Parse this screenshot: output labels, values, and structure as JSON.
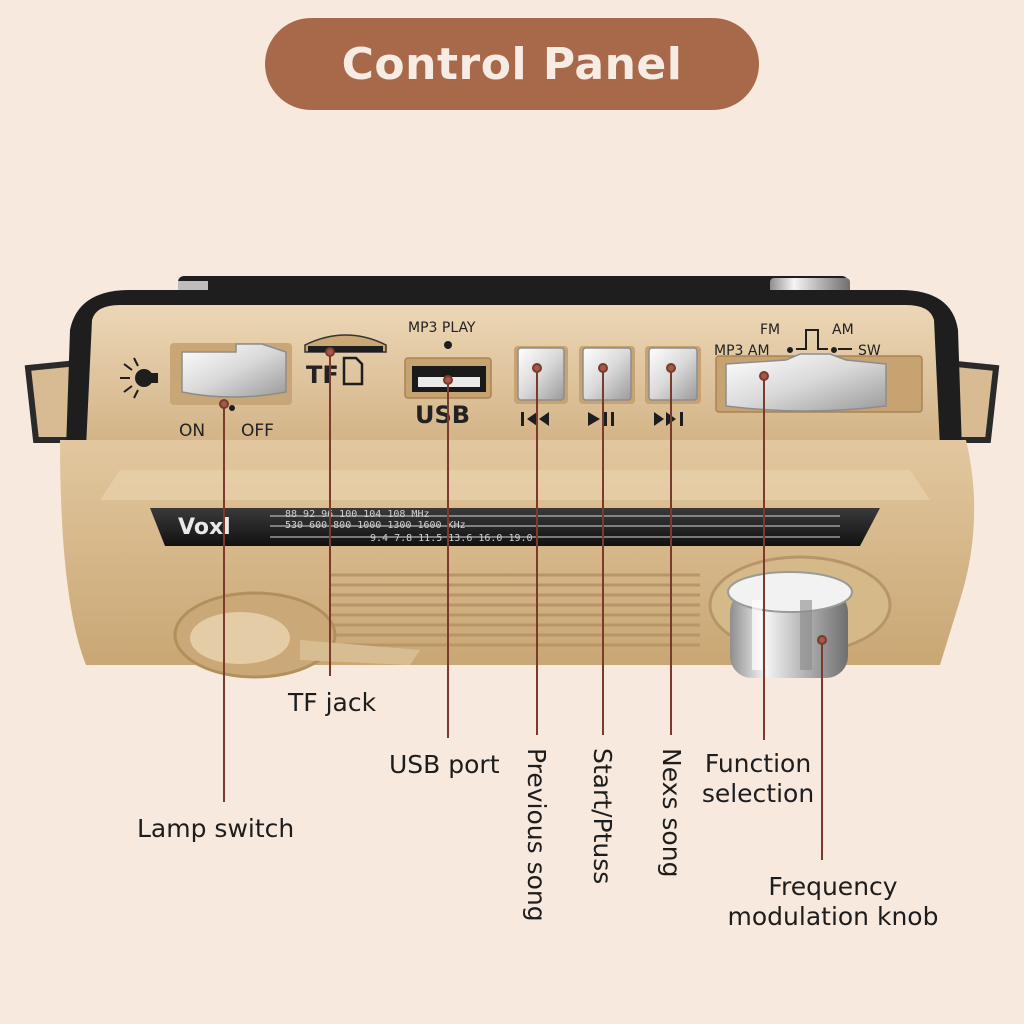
{
  "title": "Control Panel",
  "panel": {
    "on": "ON",
    "off": "OFF",
    "tf": "TF",
    "mp3_play": "MP3 PLAY",
    "usb": "USB",
    "fm": "FM",
    "am": "AM",
    "mp3_am": "MP3 AM",
    "sw": "SW",
    "brand": "Voxl"
  },
  "callouts": {
    "tf_jack": "TF jack",
    "usb_port": "USB port",
    "lamp_switch": "Lamp switch",
    "previous_song": "Previous song",
    "start_pause": "Start/Ptuss",
    "next_song": "Nexs song",
    "function_selection_line1": "Function",
    "function_selection_line2": "selection",
    "frequency_knob_line1": "Frequency",
    "frequency_knob_line2": "modulation knob"
  },
  "icons": {
    "prev": "previous-track-icon",
    "play_pause": "play-pause-icon",
    "next": "next-track-icon",
    "lamp": "lamp-icon",
    "tf_card": "tf-card-icon"
  },
  "colors": {
    "background": "#f7e9de",
    "title_pill": "#a8694a",
    "body_gold": "#dcc09a",
    "leader_line": "#7a3a2c"
  }
}
